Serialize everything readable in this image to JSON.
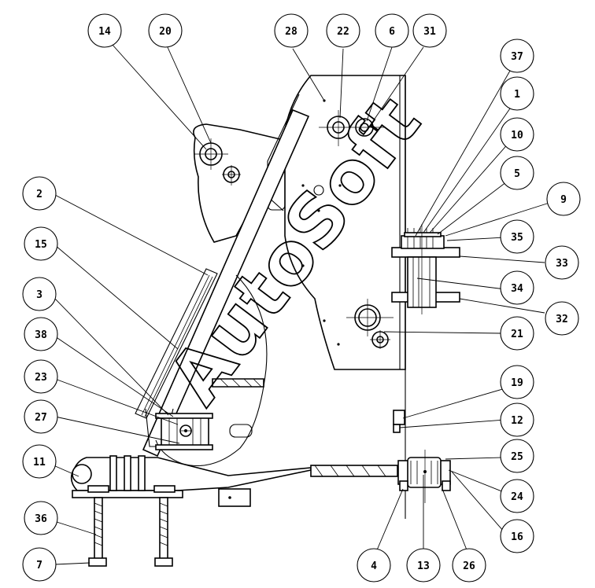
{
  "watermark": {
    "text": "AutoSoft"
  },
  "callouts": {
    "c14": "14",
    "c20": "20",
    "c28": "28",
    "c22": "22",
    "c6": "6",
    "c31": "31",
    "c37": "37",
    "c1": "1",
    "c10": "10",
    "c5": "5",
    "c9": "9",
    "c35": "35",
    "c33": "33",
    "c34": "34",
    "c32": "32",
    "c21": "21",
    "c19": "19",
    "c12": "12",
    "c25": "25",
    "c24": "24",
    "c16": "16",
    "c26": "26",
    "c13": "13",
    "c4": "4",
    "c7": "7",
    "c36": "36",
    "c11": "11",
    "c27": "27",
    "c23": "23",
    "c38": "38",
    "c3": "3",
    "c15": "15",
    "c2": "2"
  }
}
